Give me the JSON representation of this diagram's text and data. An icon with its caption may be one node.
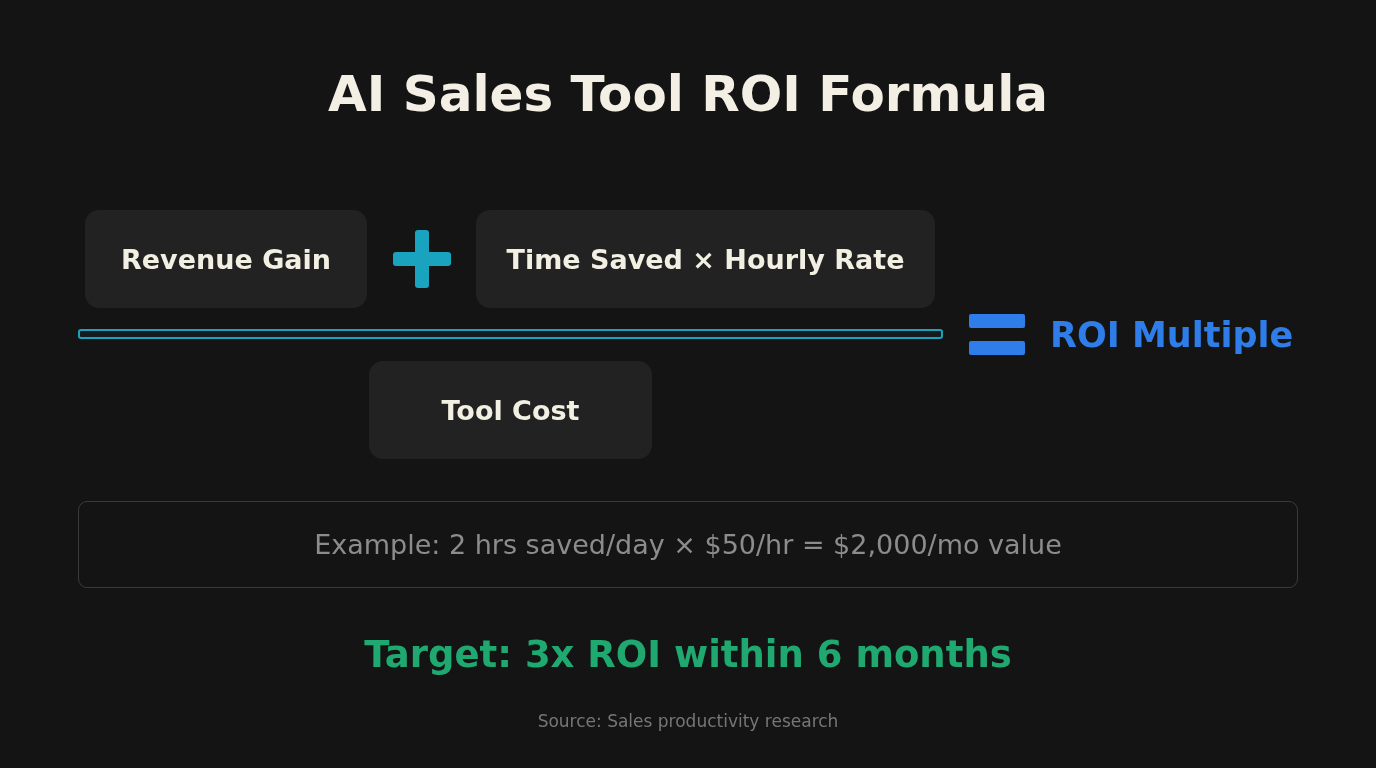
{
  "diagram": {
    "title": "AI Sales Tool ROI Formula",
    "nodes": [
      {
        "text": [
          "Revenue Gain"
        ]
      },
      {
        "text": [
          "Time Saved × Hourly Rate"
        ]
      },
      {
        "text": [
          "Tool Cost"
        ]
      },
      {
        "text": [
          "Example: 2 hrs saved/day × $50/hr = $2,000/mo value"
        ]
      }
    ],
    "edges": [],
    "labels": [
      "ROI Multiple",
      "Target: 3x ROI within 6 months",
      "Source: Sales productivity research"
    ]
  }
}
